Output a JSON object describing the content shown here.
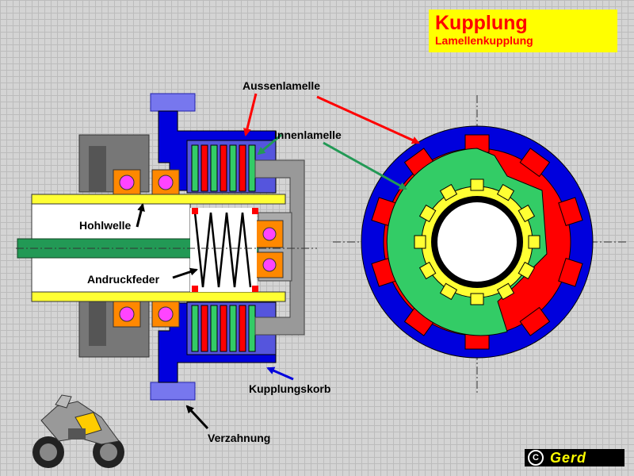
{
  "title": {
    "main": "Kupplung",
    "subtitle": "Lamellenkupplung"
  },
  "labels": {
    "aussenlamelle": "Aussenlamelle",
    "innenlamelle": "Innenlamelle",
    "hohlwelle": "Hohlwelle",
    "andruckfeder": "Andruckfeder",
    "kupplungskorb": "Kupplungskorb",
    "verzahnung": "Verzahnung"
  },
  "copyright": {
    "symbol": "C",
    "name": "Gerd"
  },
  "colors": {
    "title_bg": "#ffff00",
    "title_text": "#ff0000",
    "aussenlamelle": "#ff0000",
    "innenlamelle": "#33cc66",
    "kupplungskorb": "#0000dd",
    "hohlwelle": "#ffff33",
    "welle": "#229955",
    "druckplatte": "#999999",
    "lager": "#ff8800",
    "lager_kugel": "#ff44ff"
  }
}
